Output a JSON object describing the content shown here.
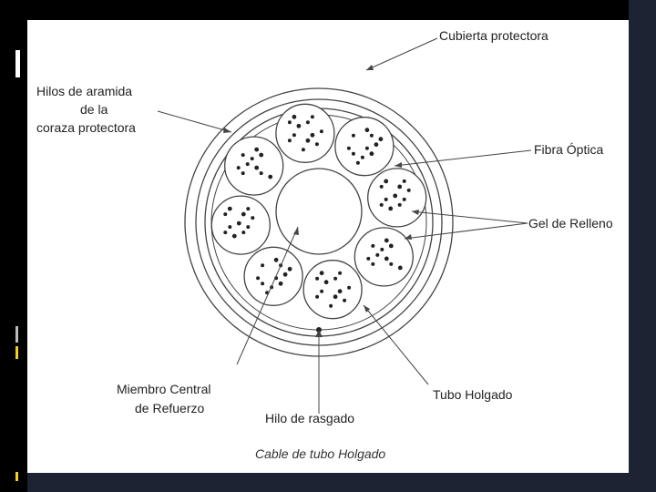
{
  "labels": {
    "outer_jacket": "Cubierta protectora",
    "aramid_line1": "Hilos de aramida",
    "aramid_line2": "de la",
    "aramid_line3": "coraza protectora",
    "optical_fiber": "Fibra Óptica",
    "filling_gel": "Gel de Relleno",
    "central_member_line1": "Miembro Central",
    "central_member_line2": "de Refuerzo",
    "rip_cord": "Hilo de rasgado",
    "loose_tube": "Tubo Holgado"
  },
  "caption": "Cable de tubo Holgado",
  "colors": {
    "outer_background": "#000000",
    "frame_band": "#1d2333",
    "slide": "#ffffff",
    "accent_gold": "#f0d020",
    "line": "#444444"
  },
  "tube_count": 8
}
